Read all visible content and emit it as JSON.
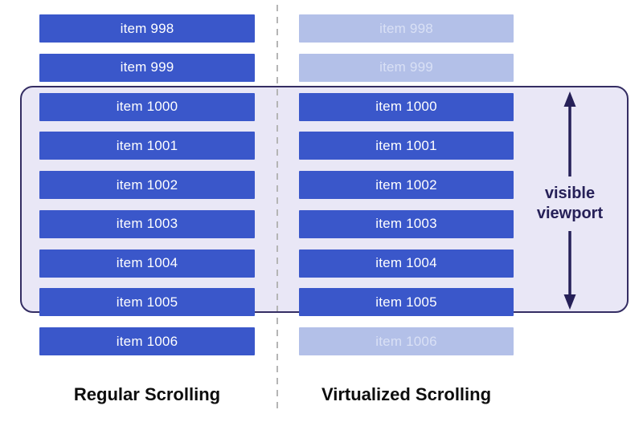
{
  "left_column": {
    "title": "Regular Scrolling",
    "items": [
      {
        "label": "item 998",
        "faded": false
      },
      {
        "label": "item 999",
        "faded": false
      },
      {
        "label": "item 1000",
        "faded": false
      },
      {
        "label": "item 1001",
        "faded": false
      },
      {
        "label": "item 1002",
        "faded": false
      },
      {
        "label": "item 1003",
        "faded": false
      },
      {
        "label": "item 1004",
        "faded": false
      },
      {
        "label": "item 1005",
        "faded": false
      },
      {
        "label": "item 1006",
        "faded": false
      }
    ]
  },
  "right_column": {
    "title": "Virtualized Scrolling",
    "items": [
      {
        "label": "item 998",
        "faded": true
      },
      {
        "label": "item 999",
        "faded": true
      },
      {
        "label": "item 1000",
        "faded": false
      },
      {
        "label": "item 1001",
        "faded": false
      },
      {
        "label": "item 1002",
        "faded": false
      },
      {
        "label": "item 1003",
        "faded": false
      },
      {
        "label": "item 1004",
        "faded": false
      },
      {
        "label": "item 1005",
        "faded": false
      },
      {
        "label": "item 1006",
        "faded": true
      }
    ]
  },
  "viewport": {
    "label": "visible viewport"
  },
  "colors": {
    "item_solid": "#3a57ca",
    "item_faded": "#b3c0e8",
    "item_text": "#ffffff",
    "item_text_faded": "#d9e0f5",
    "viewport_bg": "#e9e7f6",
    "viewport_border": "#342d63",
    "arrow": "#262058",
    "divider": "#b5b5b5",
    "title_text": "#0d0d0d"
  }
}
